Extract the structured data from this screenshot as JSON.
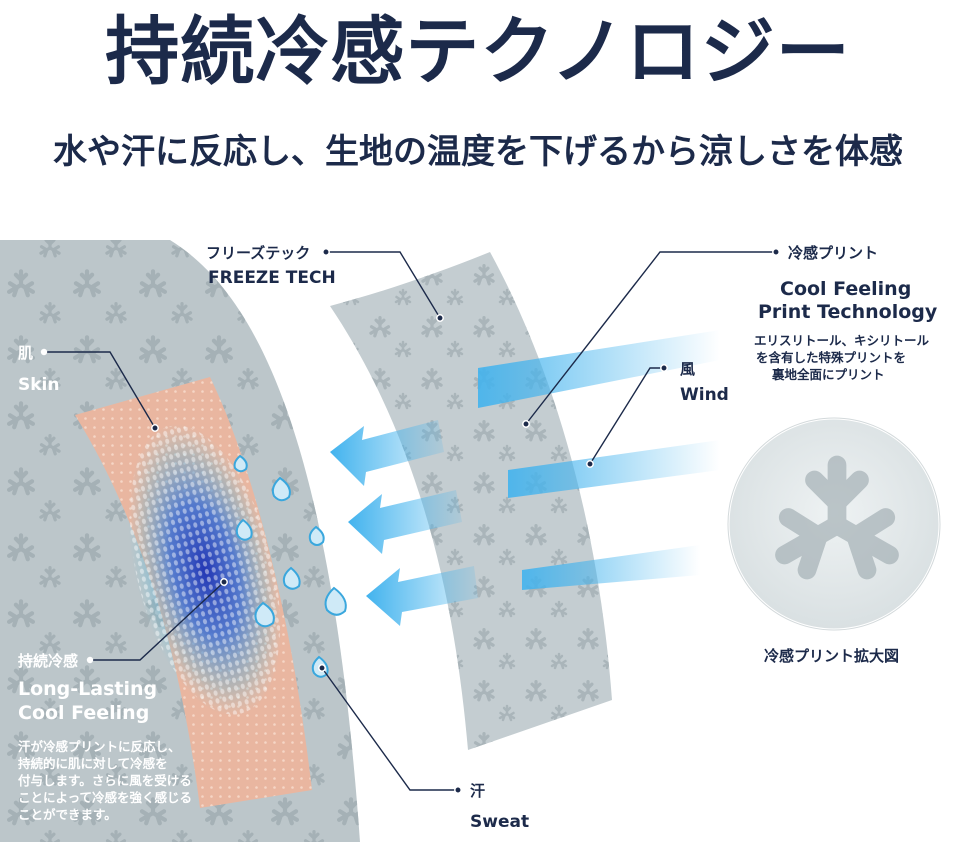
{
  "title": "持続冷感テクノロジー",
  "subtitle": "水や汗に反応し、生地の温度を下げるから涼しさを体感",
  "colors": {
    "navy": "#1c2a4a",
    "fabric_gray": "#b9c3c7",
    "skin": "#e8b7a0",
    "cool_blue": "#2c3fb8",
    "wind_blue": "#4fb4ea",
    "print_gray": "#c9d2d5"
  },
  "labels": {
    "freeze_tech_jp": "フリーズテック",
    "freeze_tech_en": "FREEZE TECH",
    "cool_print_jp": "冷感プリント",
    "cool_print_en_1": "Cool Feeling",
    "cool_print_en_2": "Print Technology",
    "cool_print_desc_1": "エリスリトール、キシリトール",
    "cool_print_desc_2": "を含有した特殊プリントを",
    "cool_print_desc_3": "裏地全面にプリント",
    "wind_jp": "風",
    "wind_en": "Wind",
    "skin_jp": "肌",
    "skin_en": "Skin",
    "lasting_jp": "持続冷感",
    "lasting_en_1": "Long-Lasting",
    "lasting_en_2": "Cool Feeling",
    "lasting_desc_1": "汗が冷感プリントに反応し、",
    "lasting_desc_2": "持続的に肌に対して冷感を",
    "lasting_desc_3": "付与します。さらに風を受ける",
    "lasting_desc_4": "ことによって冷感を強く感じる",
    "lasting_desc_5": "ことができます。",
    "sweat_jp": "汗",
    "sweat_en": "Sweat",
    "magnified_jp": "冷感プリント拡大図"
  },
  "icons": {
    "fabric_pattern": "snowflake-icon",
    "droplets": "sweat-droplet-icon",
    "wind": "wind-arrow-icon"
  }
}
